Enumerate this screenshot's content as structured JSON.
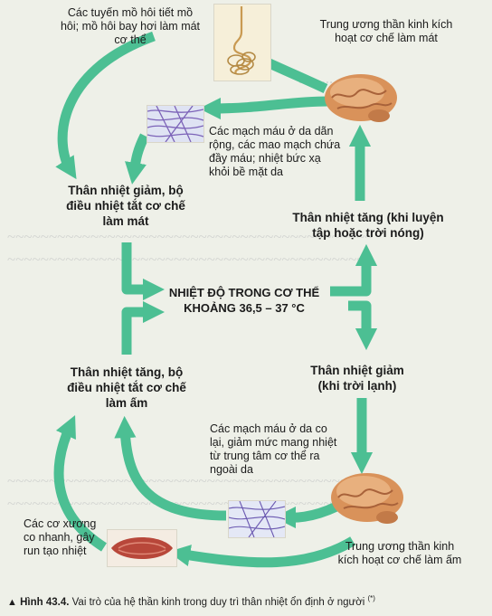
{
  "diagram": {
    "nodes": {
      "sweat_glands": "Các tuyến mồ hôi tiết mồ hôi; mồ hôi bay hơi làm mát cơ thể",
      "center_cooling": "Trung ương thần kinh kích hoạt cơ chế làm mát",
      "vessels_dilate": "Các mạch máu ở da dãn rộng, các mao mạch chứa đầy máu; nhiệt bức xạ khỏi bề mặt da",
      "temp_decrease_off": "Thân nhiệt giảm, bộ điều nhiệt tắt cơ chế làm mát",
      "temp_increase_cause": "Thân nhiệt tăng (khi luyện tập hoặc trời nóng)",
      "normal_temp": "NHIỆT ĐỘ TRONG CƠ THỂ KHOẢNG 36,5 – 37 °C",
      "temp_increase_off": "Thân nhiệt tăng, bộ điều nhiệt tắt cơ chế làm ấm",
      "temp_decrease_cause": "Thân nhiệt giảm (khi trời lạnh)",
      "vessels_constrict": "Các mạch máu ở da co lại, giảm mức mang nhiệt từ trung tâm cơ thể ra ngoài da",
      "muscles_shiver": "Các cơ xương co nhanh, gây run tạo nhiệt",
      "center_warming": "Trung ương thần kinh kích hoạt cơ chế làm ấm"
    },
    "caption_figure": "Hình 43.4.",
    "caption_text": " Vai trò của hệ thần kinh trong duy trì thân nhiệt ổn định ở người ",
    "caption_mark": "(*)"
  },
  "colors": {
    "arrow": "#4cbf93",
    "arrow_dark": "#34a37a",
    "brain": "#d9925a"
  }
}
